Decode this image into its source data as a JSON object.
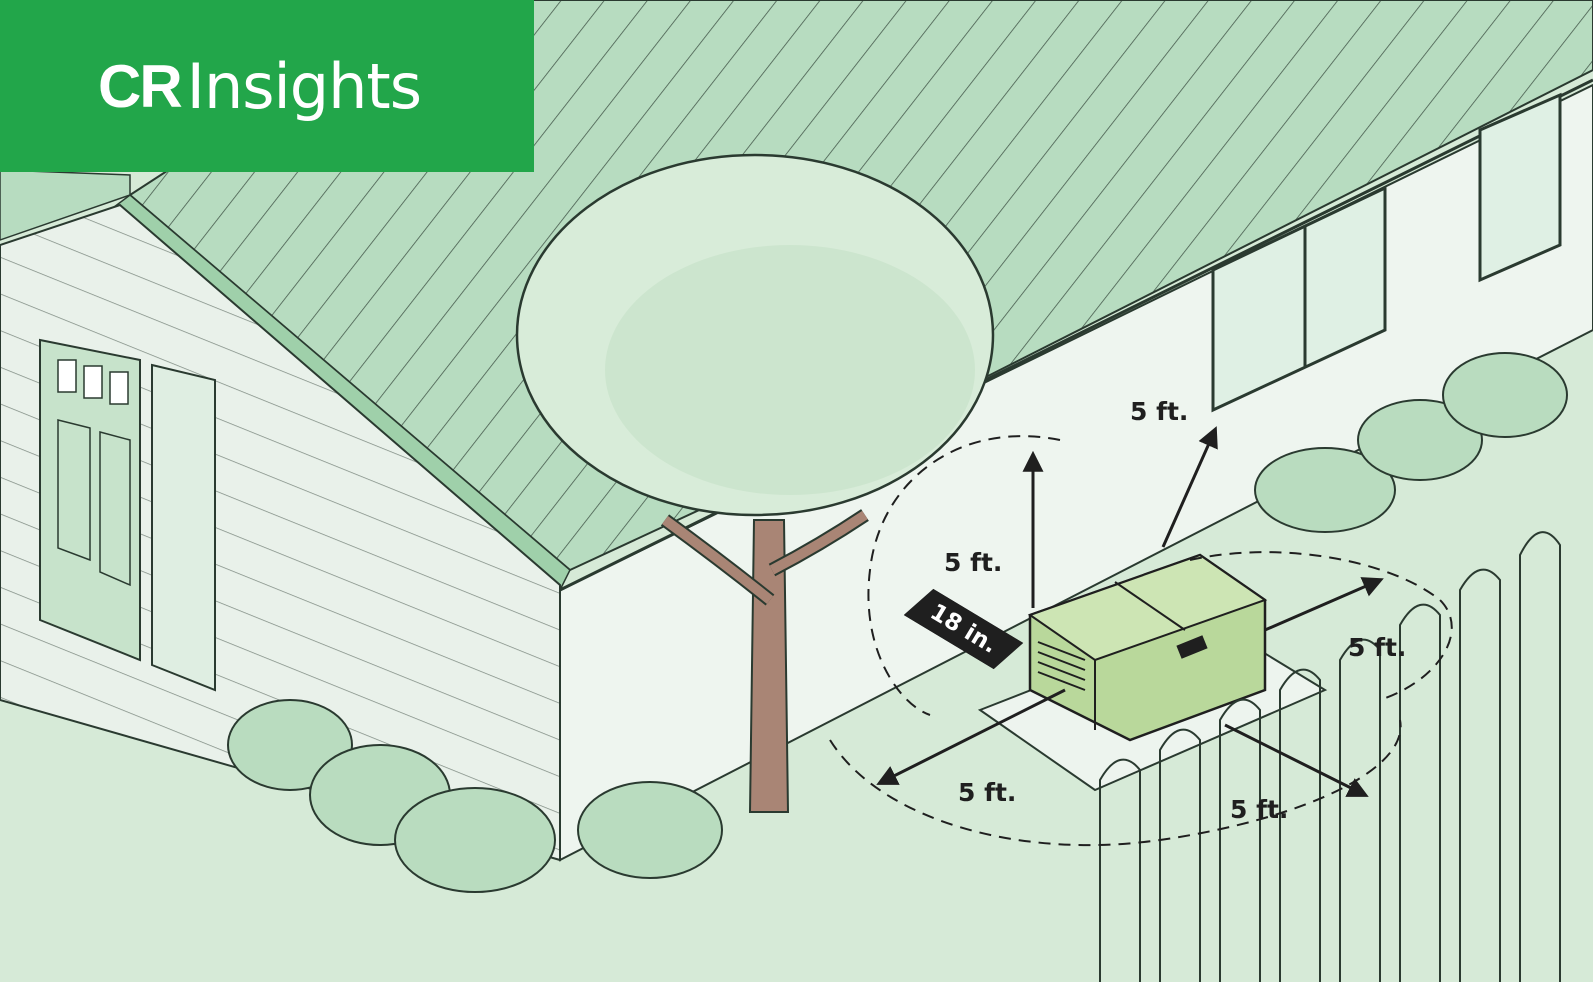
{
  "brand": {
    "cr": "CR",
    "insights": "Insights",
    "color": "#22a64a"
  },
  "labels": {
    "above_generator": "5 ft.",
    "to_window": "5 ft.",
    "to_fence": "5 ft.",
    "front_left": "5 ft.",
    "front_right": "5 ft.",
    "from_wall": "18 in."
  },
  "colors": {
    "background": "#d6ead7",
    "roof": "#b7dcc0",
    "wall": "#eef5ef",
    "generator": "#b9d89b",
    "outline": "#222222",
    "tree_trunk": "#a98575",
    "foliage": "#cfe6d0"
  }
}
